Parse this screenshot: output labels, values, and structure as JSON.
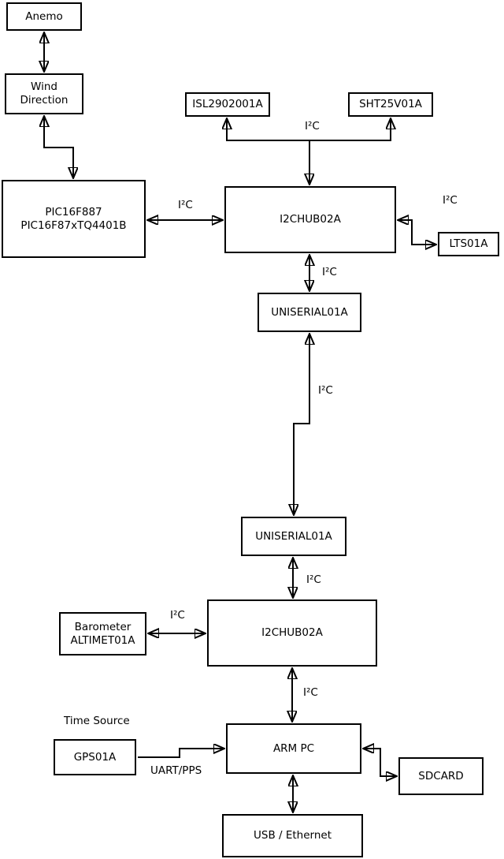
{
  "colors": {
    "line": "#000000",
    "box_border": "#000000",
    "box_fill": "#ffffff",
    "background": "#ffffff",
    "text": "#000000"
  },
  "boxes": {
    "anemo": "Anemo",
    "wind_direction": "Wind\nDirection",
    "pic": "PIC16F887\nPIC16F87xTQ4401B",
    "isl2902001a": "ISL2902001A",
    "sht25v01a": "SHT25V01A",
    "i2chub_top": "I2CHUB02A",
    "lts01a": "LTS01A",
    "uniserial_upper": "UNISERIAL01A",
    "uniserial_lower": "UNISERIAL01A",
    "i2chub_bottom": "I2CHUB02A",
    "barometer": "Barometer\nALTIMET01A",
    "gps01a": "GPS01A",
    "arm_pc": "ARM PC",
    "sdcard": "SDCARD",
    "usb_ethernet": "USB / Ethernet"
  },
  "annotations": {
    "time_source": "Time Source"
  },
  "connections": [
    {
      "from": "Anemo",
      "to": "Wind Direction",
      "label": "",
      "bidirectional": true
    },
    {
      "from": "Wind Direction",
      "to": "PIC16F887 PIC16F87xTQ4401B",
      "label": "",
      "bidirectional": true
    },
    {
      "from": "PIC16F887 PIC16F87xTQ4401B",
      "to": "I2CHUB02A (top)",
      "label": "I²C",
      "bidirectional": true
    },
    {
      "from": "I2CHUB02A (top)",
      "to": "ISL2902001A + SHT25V01A",
      "label": "I²C",
      "bidirectional": true
    },
    {
      "from": "I2CHUB02A (top)",
      "to": "LTS01A",
      "label": "I²C",
      "bidirectional": true
    },
    {
      "from": "I2CHUB02A (top)",
      "to": "UNISERIAL01A (upper)",
      "label": "I²C",
      "bidirectional": true
    },
    {
      "from": "UNISERIAL01A (upper)",
      "to": "UNISERIAL01A (lower)",
      "label": "I²C",
      "bidirectional": true
    },
    {
      "from": "UNISERIAL01A (lower)",
      "to": "I2CHUB02A (bottom)",
      "label": "I²C",
      "bidirectional": true
    },
    {
      "from": "Barometer ALTIMET01A",
      "to": "I2CHUB02A (bottom)",
      "label": "I²C",
      "bidirectional": true
    },
    {
      "from": "I2CHUB02A (bottom)",
      "to": "ARM PC",
      "label": "I²C",
      "bidirectional": true
    },
    {
      "from": "GPS01A",
      "to": "ARM PC",
      "label": "UART/PPS",
      "bidirectional": false
    },
    {
      "from": "ARM PC",
      "to": "SDCARD",
      "label": "",
      "bidirectional": true
    },
    {
      "from": "ARM PC",
      "to": "USB / Ethernet",
      "label": "",
      "bidirectional": true
    }
  ]
}
